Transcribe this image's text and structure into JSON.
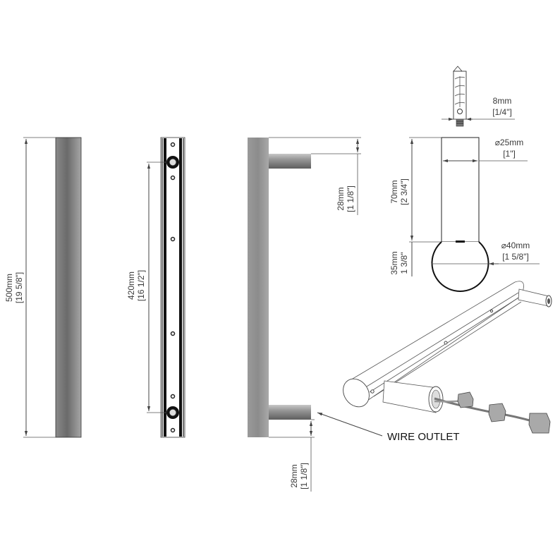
{
  "views": {
    "side": {
      "length_mm": "500mm",
      "length_in": "[19 5/8\"]"
    },
    "back": {
      "spacing_mm": "420mm",
      "spacing_in": "[16 1/2\"]"
    },
    "profile": {
      "top_offset_mm": "28mm",
      "top_offset_in": "[1 1/8\"]",
      "bottom_offset_mm": "28mm",
      "bottom_offset_in": "[1 1/8\"]",
      "wire_outlet_label": "WIRE OUTLET"
    },
    "standoff_detail": {
      "screw_dia_mm": "8mm",
      "screw_dia_in": "[1/4\"]",
      "post_dia_mm": "⌀25mm",
      "post_dia_in": "[1\"]",
      "post_height_mm": "70mm",
      "post_height_in": "[2 3/4\"]",
      "bar_dia_mm": "⌀40mm",
      "bar_dia_in": "[1 5/8\"]",
      "bar_height_mm": "35mm",
      "bar_height_in": "1 3/8\""
    },
    "isometric": {
      "connector_count": 3
    }
  },
  "colors": {
    "bar_dark": "#6e6e6e",
    "bar_light": "#a8a8a8",
    "line": "#444444",
    "connector": "#a9a9a9"
  }
}
